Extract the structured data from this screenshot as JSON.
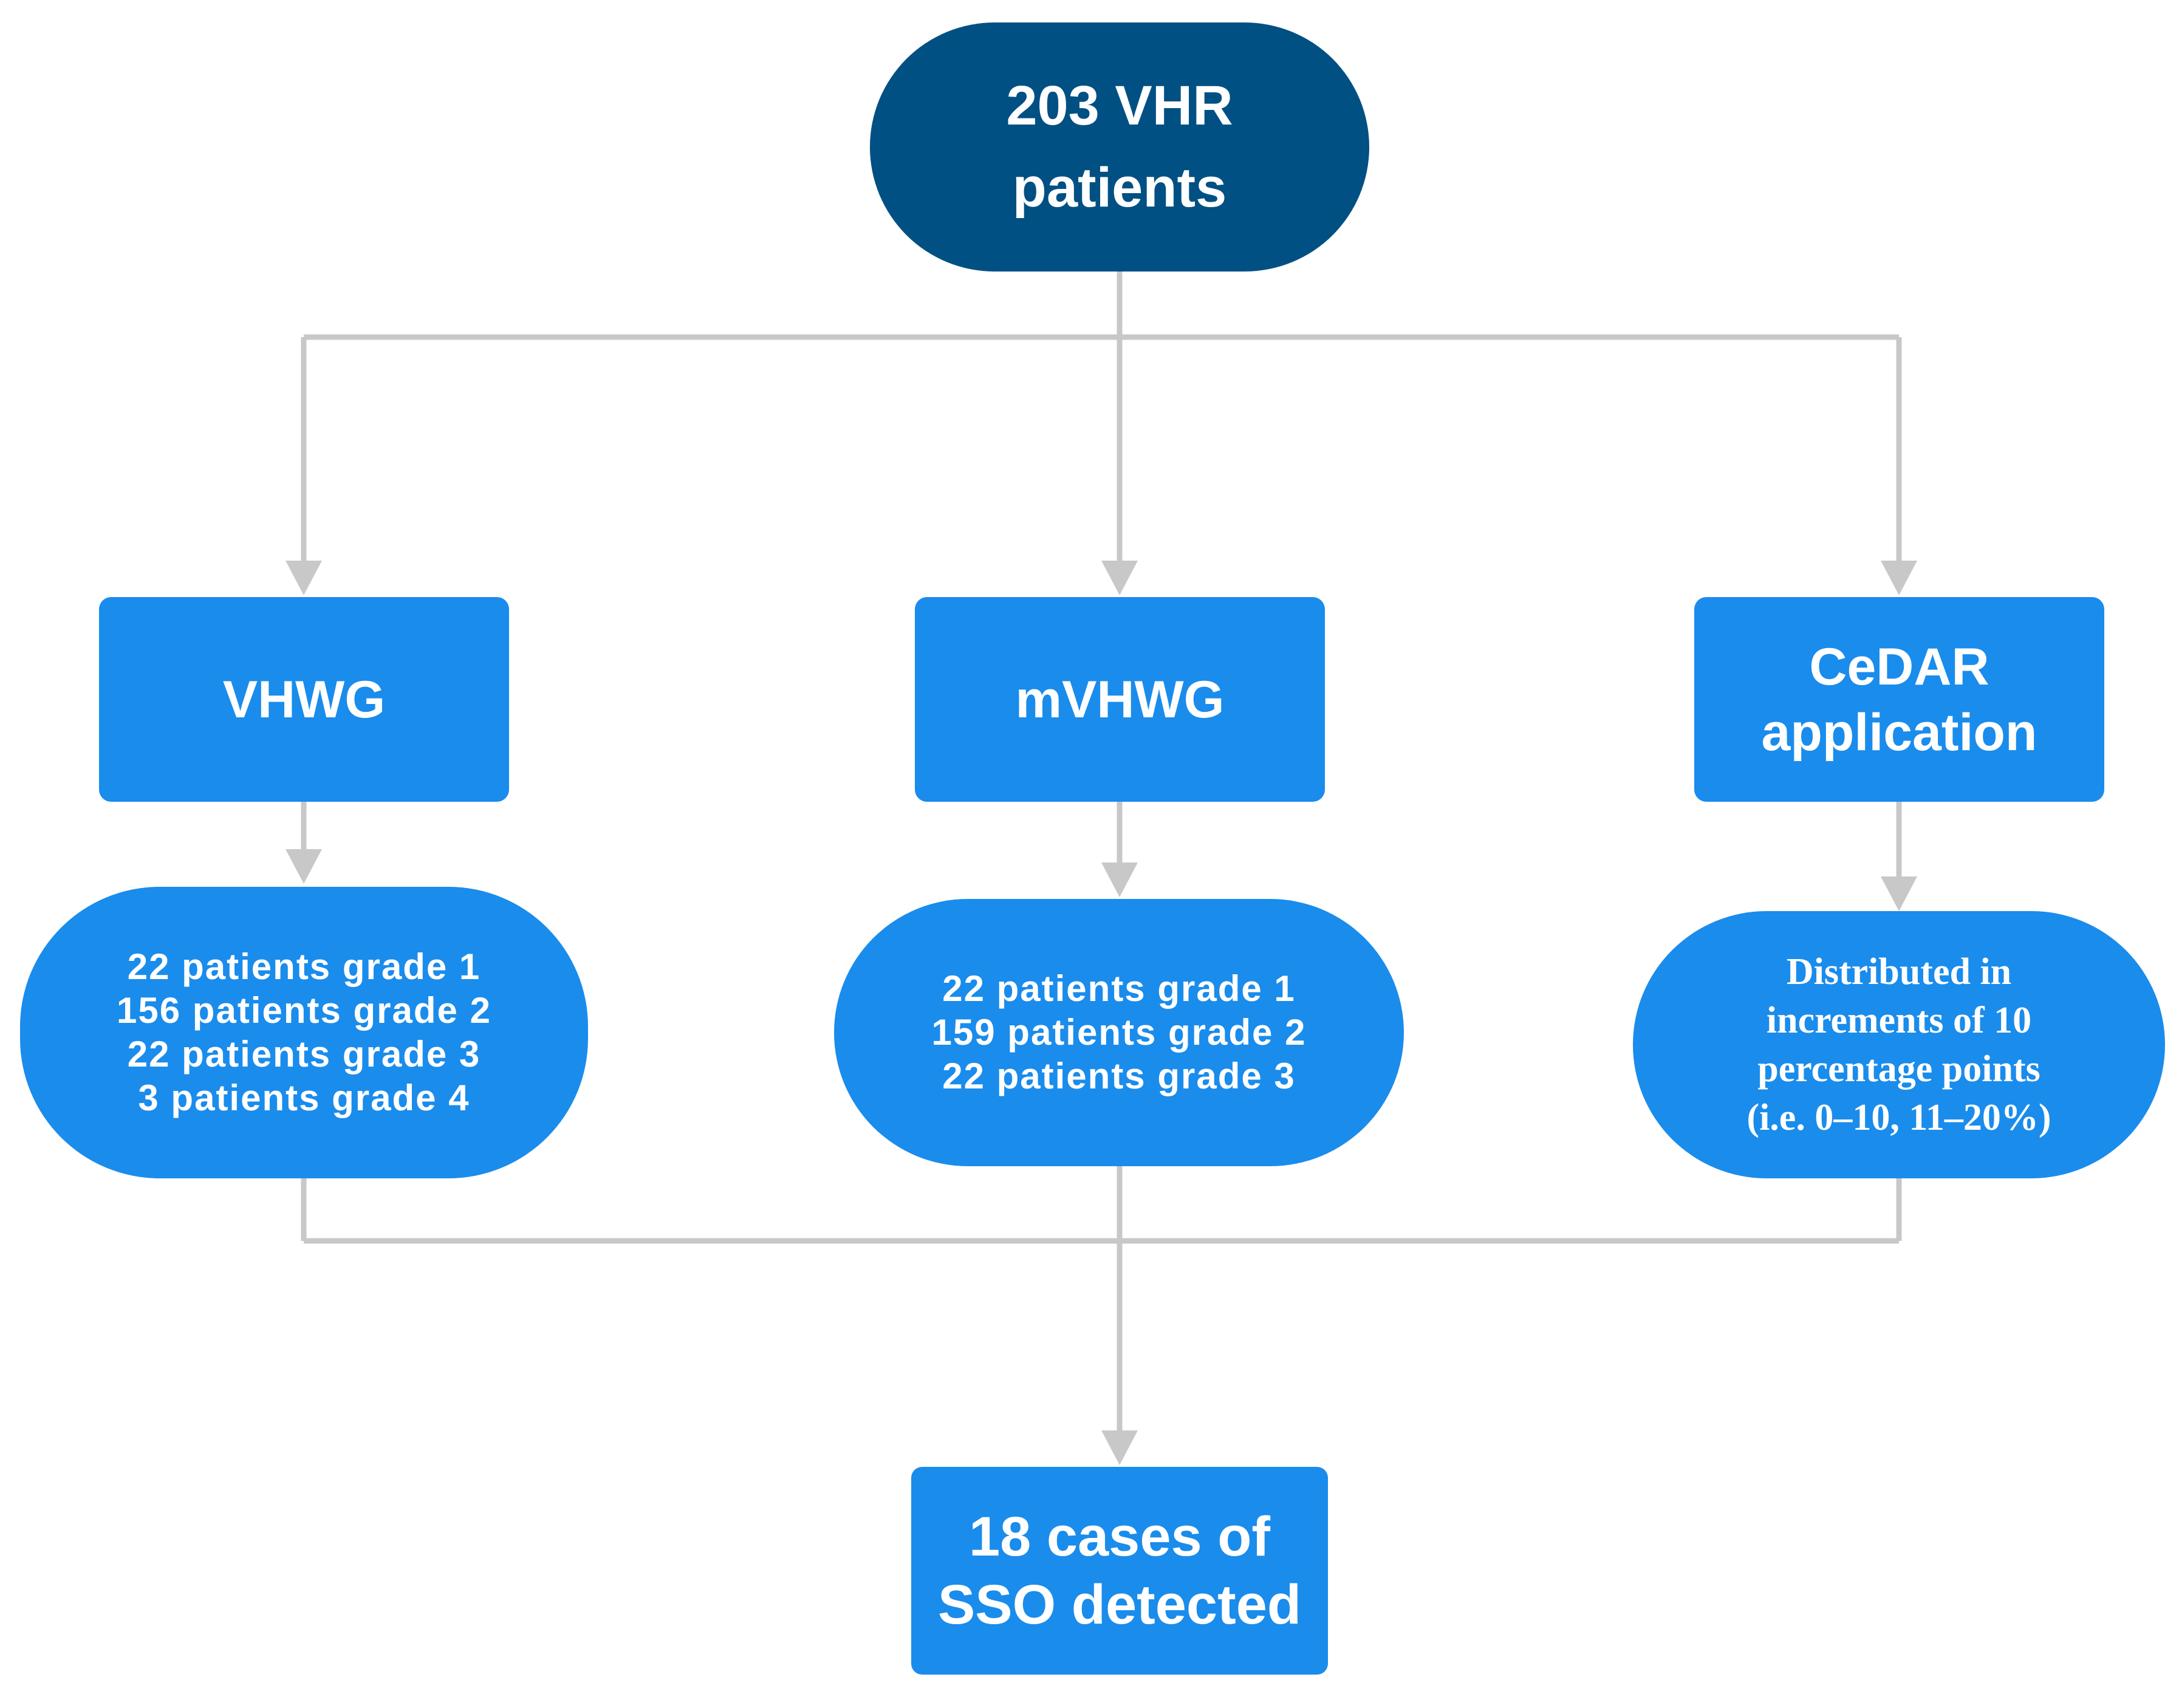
{
  "colors": {
    "start_fill": "#005083",
    "box_fill": "#1a8cec",
    "connector": "#c8c8c8",
    "text": "#ffffff"
  },
  "start": {
    "lines": [
      "203 VHR",
      "patients"
    ]
  },
  "methods": [
    {
      "id": "vhwg",
      "lines": [
        "VHWG"
      ]
    },
    {
      "id": "mvhwg",
      "lines": [
        "mVHWG"
      ]
    },
    {
      "id": "cedar",
      "lines": [
        "CeDAR",
        "application"
      ]
    }
  ],
  "results": [
    {
      "id": "vhwg-result",
      "lines": [
        "22 patients grade 1",
        "156 patients grade 2",
        "22 patients grade 3",
        "3 patients grade 4"
      ]
    },
    {
      "id": "mvhwg-result",
      "lines": [
        "22 patients grade 1",
        "159 patients grade 2",
        "22 patients grade 3"
      ]
    },
    {
      "id": "cedar-result",
      "lines": [
        "Distributed in",
        "increments of 10",
        "percentage points",
        "(i.e. 0–10, 11–20%)"
      ]
    }
  ],
  "end": {
    "lines": [
      "18 cases of",
      "SSO detected"
    ]
  }
}
